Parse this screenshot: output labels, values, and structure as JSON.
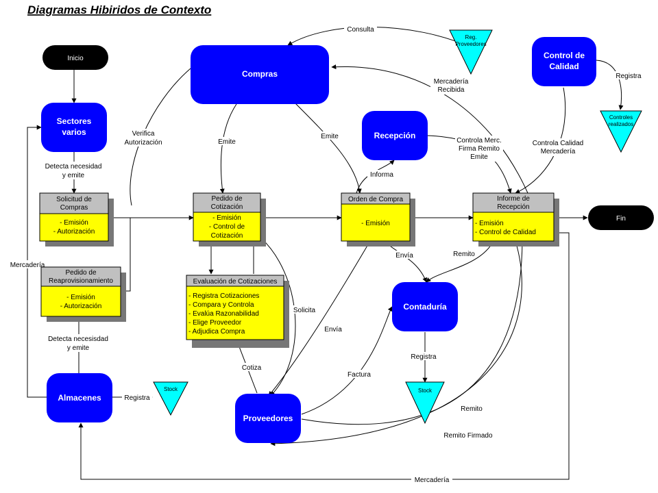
{
  "title": "Diagramas Hibiridos de Contexto",
  "terminals": {
    "inicio": "Inicio",
    "fin": "Fin"
  },
  "entities": {
    "compras": "Compras",
    "sectores_line1": "Sectores",
    "sectores_line2": "varios",
    "recepcion": "Recepción",
    "control_line1": "Control de",
    "control_line2": "Calidad",
    "contaduria": "Contaduría",
    "almacenes": "Almacenes",
    "proveedores": "Proveedores"
  },
  "stores": {
    "reg_line1": "Reg.",
    "reg_line2": "Proveedores",
    "controles_line1": "Controles",
    "controles_line2": "realizados",
    "stock_almacen": "Stock",
    "stock_contaduria": "Stock"
  },
  "docs": {
    "solicitud": {
      "h1": "Solicitud de",
      "h2": "Compras",
      "l1": "- Emisión",
      "l2": "- Autorización"
    },
    "pedido_reap": {
      "h1": "Pedido de",
      "h2": "Reaprovisionamiento",
      "l1": "- Emisión",
      "l2": "- Autorización"
    },
    "pedido_cot": {
      "h1": "Pedido de",
      "h2": "Cotización",
      "l1": "- Emisión",
      "l2": "- Control de",
      "l3": "Cotización"
    },
    "evaluacion": {
      "h1": "Evaluación de Cotizaciones",
      "l1": "- Registra Cotizaciones",
      "l2": "- Compara y Controla",
      "l3": "- Evalúa Razonabilidad",
      "l4": "- Elige Proveedor",
      "l5": "- Adjudica Compra"
    },
    "orden": {
      "h1": "Orden de Compra",
      "l1": "- Emisión"
    },
    "informe": {
      "h1": "Informe de",
      "h2": "Recepción",
      "l1": "- Emisión",
      "l2": "- Control de Calidad"
    }
  },
  "flows": {
    "consulta": "Consulta",
    "mercaderia_recibida_1": "Mercadería",
    "mercaderia_recibida_2": "Recibida",
    "registra_cc": "Registra",
    "verifica_1": "Verifica",
    "verifica_2": "Autorización",
    "emite_a": "Emite",
    "emite_b": "Emite",
    "controla_merc_1": "Controla Merc.",
    "controla_merc_2": "Firma Remito",
    "controla_merc_3": "Emite",
    "controla_calidad_1": "Controla Calidad",
    "controla_calidad_2": "Mercadería",
    "informa": "Informa",
    "detecta_1a": "Detecta necesidad",
    "detecta_1b": "y emite",
    "mercaderia_izq": "Mercadería",
    "envia_a": "Envía",
    "remito_a": "Remito",
    "solicita": "Solicita",
    "envia_b": "Envía",
    "detecta_2a": "Detecta necesisdad",
    "detecta_2b": "y emite",
    "cotiza": "Cotiza",
    "factura": "Factura",
    "registra_cont": "Registra",
    "registra_alm": "Registra",
    "remito_b": "Remito",
    "remito_firmado": "Remito Firmado",
    "mercaderia_inf": "Mercadería"
  }
}
